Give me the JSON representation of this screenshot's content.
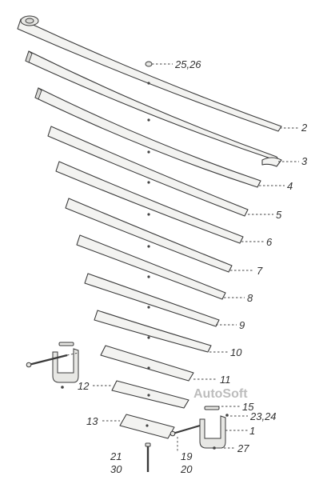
{
  "watermark": "AutoSoft",
  "callouts": {
    "c2": "2",
    "c3": "3",
    "c4": "4",
    "c5": "5",
    "c6": "6",
    "c7": "7",
    "c8": "8",
    "c9": "9",
    "c10": "10",
    "c11": "11",
    "c12": "12",
    "c13": "13",
    "c15": "15",
    "c1": "1",
    "c27": "27",
    "c19": "19",
    "c20": "20",
    "c21": "21",
    "c30": "30",
    "c25_26": "25,26",
    "c23_24": "23,24"
  }
}
